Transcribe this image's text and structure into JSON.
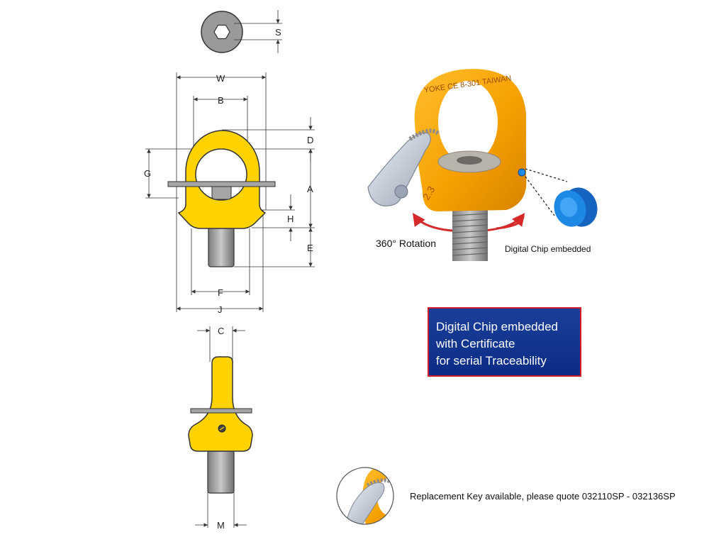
{
  "dimensions": {
    "S": "S",
    "W": "W",
    "B": "B",
    "D": "D",
    "G": "G",
    "A": "A",
    "H": "H",
    "E": "E",
    "F": "F",
    "J": "J",
    "C": "C",
    "M": "M"
  },
  "photo": {
    "rotation_label": "360° Rotation",
    "chip_label": "Digital Chip embedded",
    "ring_marking": "YOKE CE 8-301 TAIWAN",
    "bolt_marking": "2.3"
  },
  "banner": {
    "line1": "Digital Chip embedded",
    "line2": "with Certificate",
    "line3": "for serial Traceability"
  },
  "replacement_note": "Replacement Key available, please quote 032110SP - 032136SP",
  "colors": {
    "drawing_yellow": "#ffd200",
    "photo_orange": "#f6a100",
    "banner_blue": "#0b2c86",
    "banner_border": "#d21b2a",
    "rotation_arrow": "#d42a2a",
    "chip_blue": "#1e88e5"
  }
}
